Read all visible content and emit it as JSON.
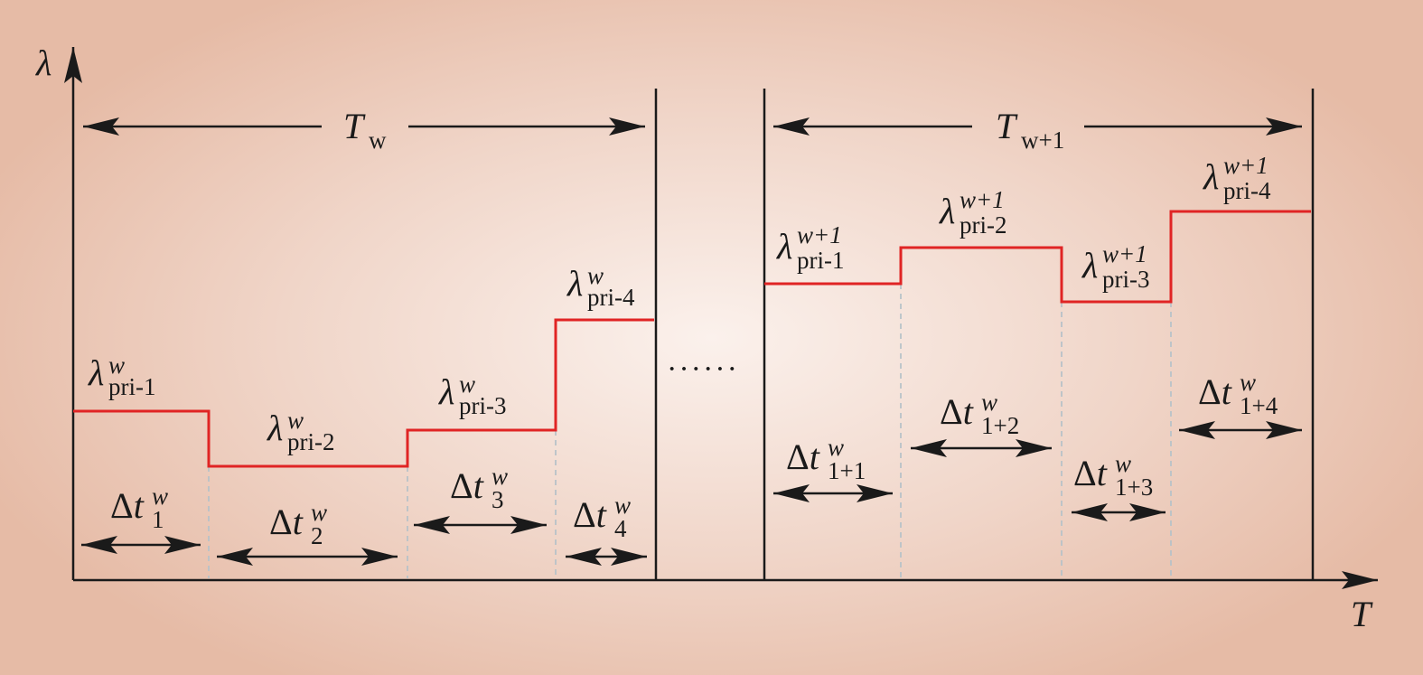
{
  "axes": {
    "y_label": "λ",
    "x_label": "T"
  },
  "periods": [
    {
      "symbol": "T",
      "subscript": "w"
    },
    {
      "symbol": "T",
      "subscript": "w+1"
    }
  ],
  "ellipsis": "······",
  "levels_w": [
    {
      "symbol": "λ",
      "sup": "w",
      "sub": "pri-1",
      "value": 1
    },
    {
      "symbol": "λ",
      "sup": "w",
      "sub": "pri-2",
      "value": 0.7
    },
    {
      "symbol": "λ",
      "sup": "w",
      "sub": "pri-3",
      "value": 0.9
    },
    {
      "symbol": "λ",
      "sup": "w",
      "sub": "pri-4",
      "value": 1.5
    }
  ],
  "levels_w1": [
    {
      "symbol": "λ",
      "sup": "w+1",
      "sub": "pri-1",
      "value": 1.7
    },
    {
      "symbol": "λ",
      "sup": "w+1",
      "sub": "pri-2",
      "value": 1.9
    },
    {
      "symbol": "λ",
      "sup": "w+1",
      "sub": "pri-3",
      "value": 1.6
    },
    {
      "symbol": "λ",
      "sup": "w+1",
      "sub": "pri-4",
      "value": 2.1
    }
  ],
  "intervals_w": [
    {
      "symbol": "Δt",
      "sup": "w",
      "sub": "1"
    },
    {
      "symbol": "Δt",
      "sup": "w",
      "sub": "2"
    },
    {
      "symbol": "Δt",
      "sup": "w",
      "sub": "3"
    },
    {
      "symbol": "Δt",
      "sup": "w",
      "sub": "4"
    }
  ],
  "intervals_w1": [
    {
      "symbol": "Δt",
      "sup": "w",
      "sub": "1+1"
    },
    {
      "symbol": "Δt",
      "sup": "w",
      "sub": "1+2"
    },
    {
      "symbol": "Δt",
      "sup": "w",
      "sub": "1+3"
    },
    {
      "symbol": "Δt",
      "sup": "w",
      "sub": "1+4"
    }
  ],
  "colors": {
    "step_line": "#e02424",
    "axis": "#1a1a1a",
    "guide": "#b8c2c8"
  }
}
